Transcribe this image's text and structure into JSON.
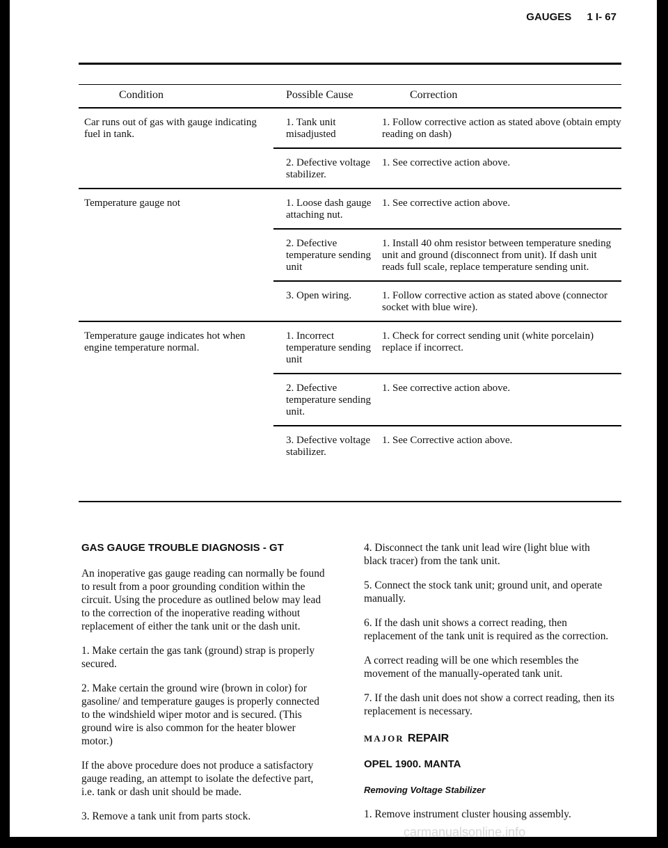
{
  "header": {
    "section": "GAUGES",
    "page": "1 I- 67"
  },
  "table": {
    "headers": {
      "condition": "Condition",
      "cause": "Possible Cause",
      "correction": "Correction"
    },
    "groups": [
      {
        "condition": "Car runs out of gas with gauge indicating fuel in tank.",
        "rows": [
          {
            "cause": "1. Tank unit misadjusted",
            "correction": "1. Follow corrective action as stated above (obtain empty reading on dash)"
          },
          {
            "cause": "2. Defective voltage stabilizer.",
            "correction": "1. See corrective action above."
          }
        ]
      },
      {
        "condition": "Temperature gauge not",
        "rows": [
          {
            "cause": "1. Loose dash gauge attaching nut.",
            "correction": "1. See corrective action above."
          },
          {
            "cause": "2. Defective temperature sending unit",
            "correction": "1. Install 40 ohm resistor between temperature sneding unit and ground (disconnect from unit). If dash unit reads full scale, replace temperature sending unit."
          },
          {
            "cause": "3. Open wiring.",
            "correction": "1. Follow corrective action as stated above (connector socket with blue wire)."
          }
        ]
      },
      {
        "condition": "Temperature gauge indicates hot when engine temperature normal.",
        "rows": [
          {
            "cause": "1. Incorrect temperature sending unit",
            "correction": "1. Check for correct sending unit (white porcelain) replace if incorrect."
          },
          {
            "cause": "2. Defective temperature sending unit.",
            "correction": "1. See corrective action above."
          },
          {
            "cause": "3. Defective voltage stabilizer.",
            "correction": "1. See Corrective action above."
          }
        ]
      }
    ]
  },
  "left_column": {
    "heading": "GAS GAUGE TROUBLE DIAGNOSIS - GT",
    "paragraphs": [
      "An inoperative gas gauge reading can normally be found to result from a poor grounding condition within the circuit. Using the procedure as outlined below may lead to the correction of the inoperative reading without replacement of either the tank unit or the dash unit.",
      "1. Make certain the gas tank (ground) strap is properly secured.",
      "2. Make certain the ground wire (brown in color) for gasoline/ and temperature gauges is properly connected to the windshield wiper motor and is secured. (This ground wire is also common for the heater blower motor.)",
      "If the above procedure does not produce a satisfactory gauge reading, an attempt to isolate the defective part, i.e. tank or dash unit should be made.",
      "3. Remove a tank unit from parts stock."
    ]
  },
  "right_column": {
    "paragraphs": [
      "4. Disconnect the tank unit lead wire (light blue with black tracer) from the tank unit.",
      "5. Connect the stock tank unit; ground unit, and operate manually.",
      "6. If the dash unit shows a correct reading, then replacement of the tank unit is required as the correction.",
      "A correct reading will be one which resembles the movement of the manually-operated tank unit.",
      "7. If the dash unit does not show a correct reading, then its replacement is necessary."
    ],
    "major_prefix": "MAJOR",
    "major_word": "REPAIR",
    "model_heading": "OPEL 1900. MANTA",
    "sub_heading": "Removing Voltage Stabilizer",
    "step": "1. Remove instrument cluster housing assembly."
  },
  "watermark": "carmanualsonline.info"
}
